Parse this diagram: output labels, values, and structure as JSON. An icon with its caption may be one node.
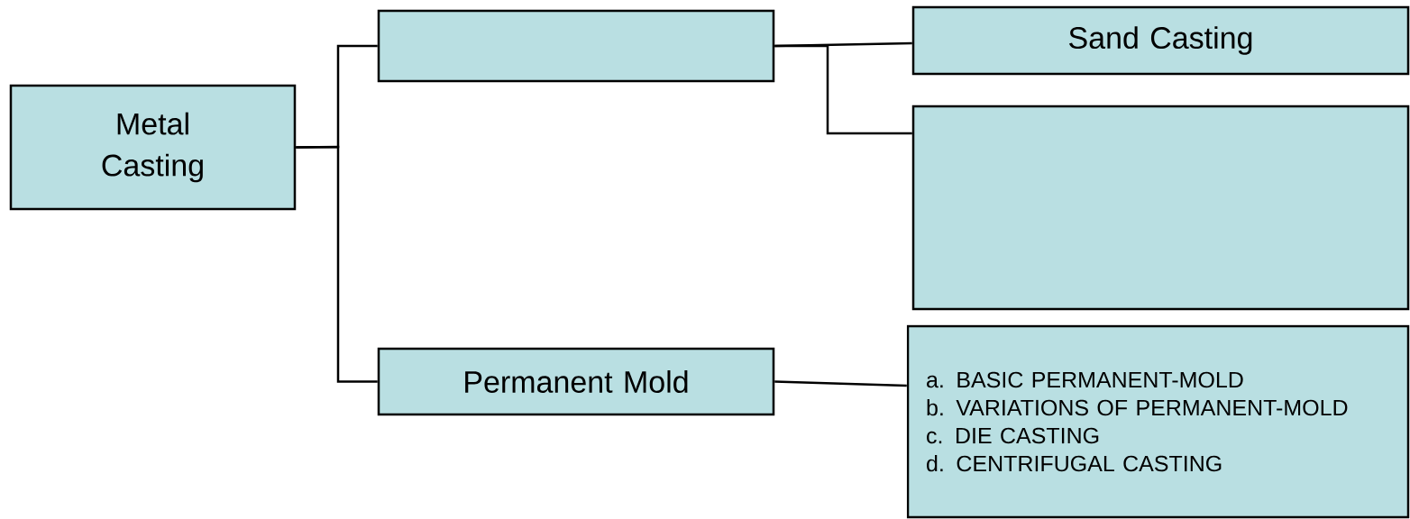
{
  "diagram": {
    "nodes": [
      {
        "text": [
          "Metal Casting"
        ]
      },
      {
        "text": [],
        "shape": "box"
      },
      {
        "text": [
          "Permanent Mold"
        ]
      },
      {
        "text": [
          "Sand Casting"
        ]
      },
      {
        "text": [],
        "shape": "box"
      },
      {
        "text": [
          "a. BASIC PERMANENT-MOLD",
          "b. VARIATIONS OF PERMANENT-MOLD",
          "c. DIE CASTING",
          "d. CENTRIFUGAL CASTING"
        ]
      }
    ],
    "edges": [
      {
        "from": 0,
        "to": 1,
        "arrow": "none"
      },
      {
        "from": 0,
        "to": 2,
        "arrow": "none"
      },
      {
        "from": 1,
        "to": 3,
        "arrow": "none"
      },
      {
        "from": 1,
        "to": 4,
        "arrow": "none"
      },
      {
        "from": 2,
        "to": 5,
        "arrow": "none"
      }
    ]
  }
}
